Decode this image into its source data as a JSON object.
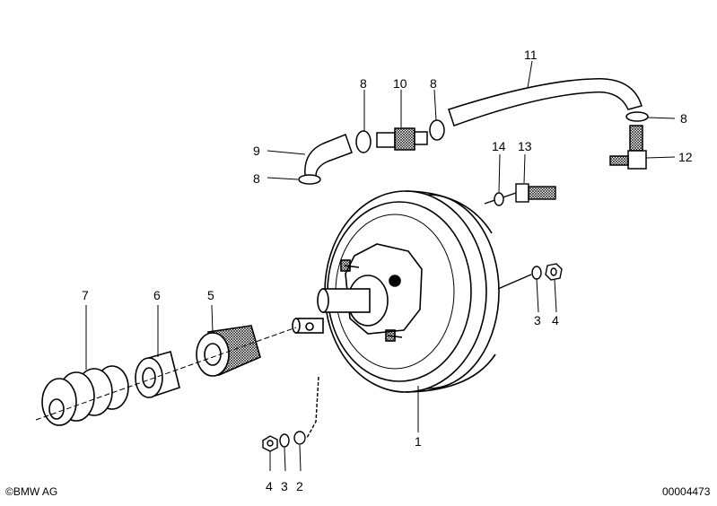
{
  "callouts": {
    "n1": "1",
    "n2": "2",
    "n3_lower": "3",
    "n4_lower": "4",
    "n3_right": "3",
    "n4_right": "4",
    "n5": "5",
    "n6": "6",
    "n7": "7",
    "n8_left": "8",
    "n8_top_a": "8",
    "n8_top_b": "8",
    "n8_right": "8",
    "n9": "9",
    "n10": "10",
    "n11": "11",
    "n12": "12",
    "n13": "13",
    "n14": "14"
  },
  "footer": {
    "copyright": "©BMW AG",
    "diagram_id": "00004473"
  },
  "colors": {
    "ink": "#000000",
    "paper": "#ffffff"
  },
  "icons": {
    "copyright": "copyright-icon"
  }
}
